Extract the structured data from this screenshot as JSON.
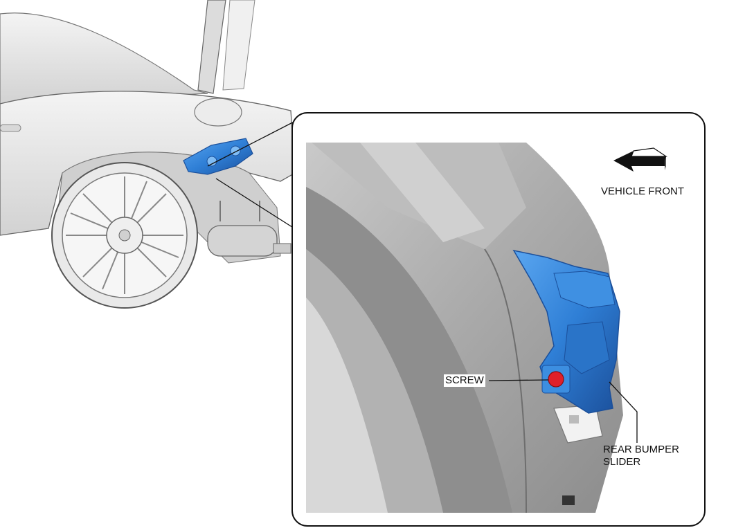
{
  "labels": {
    "vehicle_front": "VEHICLE FRONT",
    "screw": "SCREW",
    "slider_line1": "REAR BUMPER",
    "slider_line2": "SLIDER"
  },
  "colors": {
    "part_blue": "#2f7fd6",
    "part_blue_dark": "#1b4f9a",
    "screw_red": "#e0202a",
    "body_gray": "#e6e6e6",
    "detail_gray": "#9a9a9a",
    "frame_line": "#111111"
  }
}
